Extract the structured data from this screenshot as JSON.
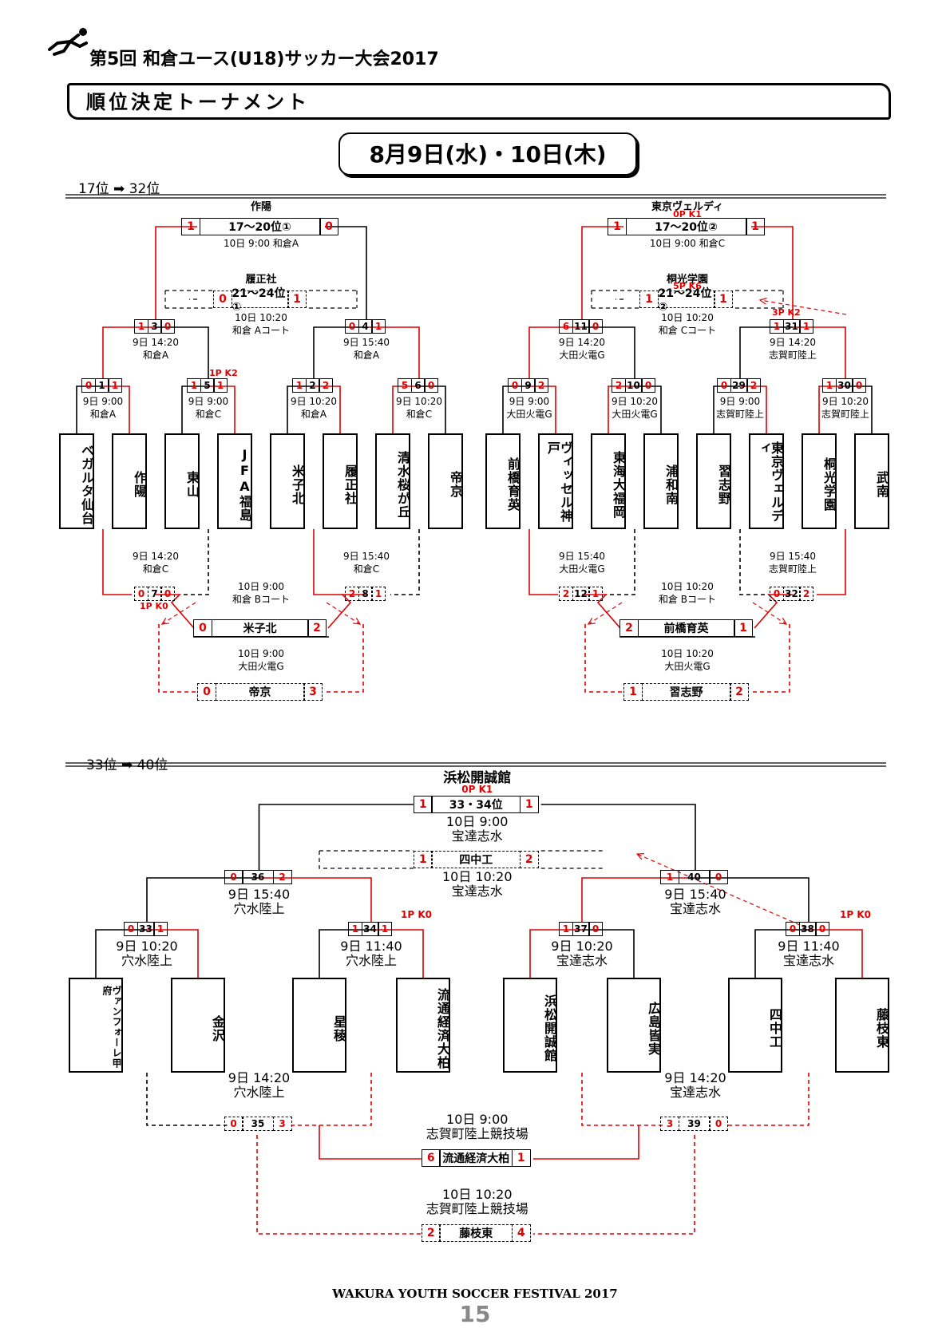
{
  "header": {
    "title": "第5回 和倉ユース(U18)サッカー大会2017",
    "section": "順位決定トーナメント",
    "date": "8月9日(水)・10日(木)"
  },
  "footer": {
    "text": "WAKURA YOUTH SOCCER FESTIVAL 2017",
    "page": "15"
  },
  "colors": {
    "win": "#e00000",
    "line": "#000000"
  },
  "upper": {
    "range": "17位 ➡ 32位",
    "teams": [
      "ベガルタ仙台",
      "作陽",
      "東山",
      "JFA福島",
      "米子北",
      "履正社",
      "清水桜が丘",
      "帝京",
      "前橋育英",
      "ヴィッセル神戸",
      "東海大福岡",
      "浦和南",
      "習志野",
      "東京ヴェルディ",
      "桐光学園",
      "武南"
    ],
    "r1": [
      {
        "s1": "0",
        "g": "1",
        "s2": "1",
        "time": "9日 9:00",
        "venue": "和倉A"
      },
      {
        "s1": "1",
        "g": "5",
        "s2": "1",
        "time": "9日 9:00",
        "venue": "和倉C",
        "pk": "1P K2"
      },
      {
        "s1": "1",
        "g": "2",
        "s2": "2",
        "time": "9日 10:20",
        "venue": "和倉A"
      },
      {
        "s1": "5",
        "g": "6",
        "s2": "0",
        "time": "9日 10:20",
        "venue": "和倉C"
      },
      {
        "s1": "0",
        "g": "9",
        "s2": "2",
        "time": "9日 9:00",
        "venue": "大田火電G"
      },
      {
        "s1": "2",
        "g": "10",
        "s2": "0",
        "time": "9日 10:20",
        "venue": "大田火電G"
      },
      {
        "s1": "0",
        "g": "29",
        "s2": "2",
        "time": "9日 9:00",
        "venue": "志賀町陸上"
      },
      {
        "s1": "1",
        "g": "30",
        "s2": "0",
        "time": "9日 10:20",
        "venue": "志賀町陸上"
      }
    ],
    "r2": [
      {
        "s1": "1",
        "g": "3",
        "s2": "0",
        "time": "9日 14:20",
        "venue": "和倉A"
      },
      {
        "s1": "0",
        "g": "4",
        "s2": "1",
        "time": "9日 15:40",
        "venue": "和倉A"
      },
      {
        "s1": "6",
        "g": "11",
        "s2": "0",
        "time": "9日 14:20",
        "venue": "大田火電G"
      },
      {
        "s1": "1",
        "g": "31",
        "s2": "1",
        "time": "9日 14:20",
        "venue": "志賀町陸上",
        "pk": "3P K2"
      }
    ],
    "finals": [
      {
        "winner": "作陽",
        "s1": "1",
        "label": "17〜20位①",
        "s2": "0",
        "time": "10日 9:00 和倉A"
      },
      {
        "winner": "東京ヴェルディ",
        "s1": "1",
        "label": "17〜20位②",
        "s2": "1",
        "time": "10日 9:00 和倉C",
        "pk": "0P K1"
      }
    ],
    "thirds": [
      {
        "winner": "履正社",
        "s1": "0",
        "label": "21〜24位①",
        "s2": "1",
        "time": "10日 10:20",
        "venue": "和倉 Aコート"
      },
      {
        "winner": "桐光学園",
        "s1": "1",
        "label": "21〜24位②",
        "s2": "1",
        "time": "10日 10:20",
        "venue": "和倉 Cコート",
        "pk": "5P K6"
      }
    ],
    "losers": [
      {
        "s1": "0",
        "g": "7",
        "s2": "0",
        "time": "9日 14:20",
        "venue": "和倉C",
        "pk": "1P K0"
      },
      {
        "s1": "2",
        "g": "8",
        "s2": "1",
        "time": "9日 15:40",
        "venue": "和倉C"
      },
      {
        "s1": "2",
        "g": "12",
        "s2": "1",
        "time": "9日 15:40",
        "venue": "大田火電G"
      },
      {
        "s1": "0",
        "g": "32",
        "s2": "2",
        "time": "9日 15:40",
        "venue": "志賀町陸上"
      }
    ],
    "lfinals": [
      {
        "s1": "0",
        "winner": "米子北",
        "s2": "2",
        "time": "10日 9:00",
        "venue": "和倉 Bコート"
      },
      {
        "s1": "2",
        "winner": "前橋育英",
        "s2": "1",
        "time": "10日 10:20",
        "venue": "和倉 Bコート"
      }
    ],
    "lthirds": [
      {
        "s1": "0",
        "winner": "帝京",
        "s2": "3",
        "time": "10日 9:00",
        "venue": "大田火電G"
      },
      {
        "s1": "1",
        "winner": "習志野",
        "s2": "2",
        "time": "10日 10:20",
        "venue": "大田火電G"
      }
    ]
  },
  "lower": {
    "range": "33位 ➡ 40位",
    "teams": [
      "ヴァンフォーレ甲府",
      "金沢",
      "星稜",
      "流通経済大柏",
      "浜松開誠館",
      "広島皆実",
      "四中工",
      "藤枝東"
    ],
    "r1": [
      {
        "s1": "0",
        "g": "33",
        "s2": "1",
        "time": "9日 10:20",
        "venue": "穴水陸上"
      },
      {
        "s1": "1",
        "g": "34",
        "s2": "1",
        "time": "9日 11:40",
        "venue": "穴水陸上",
        "pk": "1P K0"
      },
      {
        "s1": "1",
        "g": "37",
        "s2": "0",
        "time": "9日 10:20",
        "venue": "宝達志水"
      },
      {
        "s1": "0",
        "g": "38",
        "s2": "0",
        "time": "9日 11:40",
        "venue": "宝達志水",
        "pk": "1P K0"
      }
    ],
    "r2": [
      {
        "s1": "0",
        "g": "36",
        "s2": "2",
        "time": "9日 15:40",
        "venue": "穴水陸上"
      },
      {
        "s1": "1",
        "g": "40",
        "s2": "0",
        "time": "9日 15:40",
        "venue": "宝達志水"
      }
    ],
    "final": {
      "winner": "浜松開誠館",
      "s1": "1",
      "label": "33・34位",
      "s2": "1",
      "time": "10日 9:00",
      "venue": "宝達志水",
      "pk": "0P K1"
    },
    "third": {
      "s1": "1",
      "winner": "四中工",
      "s2": "2",
      "time": "10日 10:20",
      "venue": "宝達志水"
    },
    "losers": [
      {
        "s1": "0",
        "g": "35",
        "s2": "3",
        "time": "9日 14:20",
        "venue": "穴水陸上"
      },
      {
        "s1": "3",
        "g": "39",
        "s2": "0",
        "time": "9日 14:20",
        "venue": "宝達志水"
      }
    ],
    "lfinal": {
      "s1": "6",
      "winner": "流通経済大柏",
      "s2": "1",
      "time": "10日 9:00",
      "venue": "志賀町陸上競技場"
    },
    "lthird": {
      "s1": "2",
      "winner": "藤枝東",
      "s2": "4",
      "time": "10日 10:20",
      "venue": "志賀町陸上競技場"
    }
  }
}
